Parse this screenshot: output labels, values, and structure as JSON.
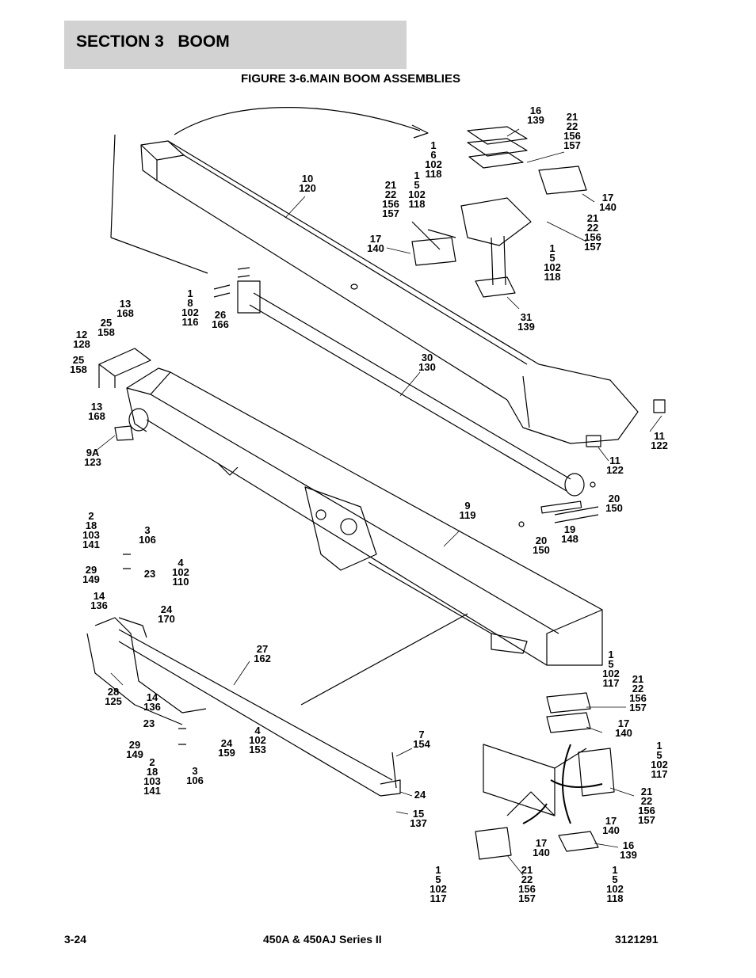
{
  "header": {
    "section": "SECTION 3   BOOM"
  },
  "figure": {
    "title": "FIGURE 3-6.MAIN BOOM ASSEMBLIES"
  },
  "footer": {
    "page": "3-24",
    "model": "450A & 450AJ Series II",
    "doc_number": "3121291"
  },
  "callouts": [
    [
      "16",
      "139"
    ],
    [
      "21",
      "22",
      "156",
      "157"
    ],
    [
      "1",
      "6",
      "102",
      "118"
    ],
    [
      "1",
      "5",
      "102",
      "118"
    ],
    [
      "21",
      "22",
      "156",
      "157"
    ],
    [
      "10",
      "120"
    ],
    [
      "17",
      "140"
    ],
    [
      "21",
      "22",
      "156",
      "157"
    ],
    [
      "17",
      "140"
    ],
    [
      "1",
      "5",
      "102",
      "118"
    ],
    [
      "31",
      "139"
    ],
    [
      "1",
      "8",
      "102",
      "116"
    ],
    [
      "26",
      "166"
    ],
    [
      "13",
      "168"
    ],
    [
      "25",
      "158"
    ],
    [
      "12",
      "128"
    ],
    [
      "25",
      "158"
    ],
    [
      "13",
      "168"
    ],
    [
      "30",
      "130"
    ],
    [
      "9A",
      "123"
    ],
    [
      "11",
      "122"
    ],
    [
      "11",
      "122"
    ],
    [
      "20",
      "150"
    ],
    [
      "9",
      "119"
    ],
    [
      "19",
      "148"
    ],
    [
      "20",
      "150"
    ],
    [
      "2",
      "18",
      "103",
      "141"
    ],
    [
      "3",
      "106"
    ],
    [
      "29",
      "149"
    ],
    [
      "23"
    ],
    [
      "4",
      "102",
      "110"
    ],
    [
      "14",
      "136"
    ],
    [
      "24",
      "170"
    ],
    [
      "27",
      "162"
    ],
    [
      "28",
      "125"
    ],
    [
      "14",
      "136"
    ],
    [
      "23"
    ],
    [
      "24",
      "159"
    ],
    [
      "4",
      "102",
      "153"
    ],
    [
      "29",
      "149"
    ],
    [
      "2",
      "18",
      "103",
      "141"
    ],
    [
      "3",
      "106"
    ],
    [
      "7",
      "154"
    ],
    [
      "24"
    ],
    [
      "15",
      "137"
    ],
    [
      "1",
      "5",
      "102",
      "117"
    ],
    [
      "21",
      "22",
      "156",
      "157"
    ],
    [
      "17",
      "140"
    ],
    [
      "1",
      "5",
      "102",
      "117"
    ],
    [
      "21",
      "22",
      "156",
      "157"
    ],
    [
      "17",
      "140"
    ],
    [
      "17",
      "140"
    ],
    [
      "16",
      "139"
    ],
    [
      "1",
      "5",
      "102",
      "117"
    ],
    [
      "21",
      "22",
      "156",
      "157"
    ],
    [
      "1",
      "5",
      "102",
      "118"
    ]
  ]
}
